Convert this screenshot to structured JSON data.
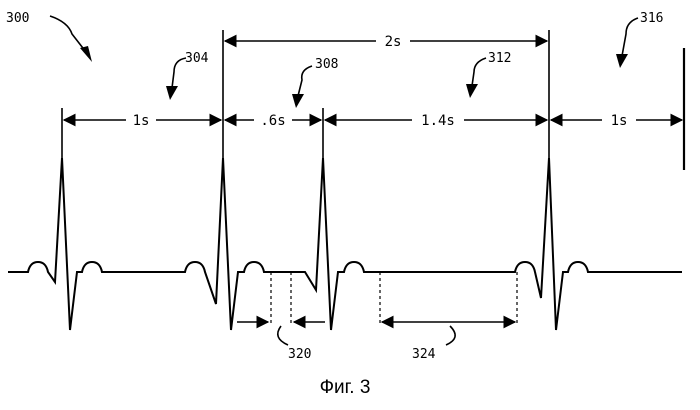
{
  "figure": {
    "ref_overall": "300",
    "ref_interval_a": "304",
    "ref_interval_b": "308",
    "ref_interval_c": "312",
    "ref_interval_d": "316",
    "ref_gap_a": "320",
    "ref_gap_b": "324",
    "caption": "Фиг. 3"
  },
  "intervals": {
    "top_span": "2s",
    "interval_1": "1s",
    "interval_2": ".6s",
    "interval_3": "1.4s",
    "interval_4": "1s"
  }
}
